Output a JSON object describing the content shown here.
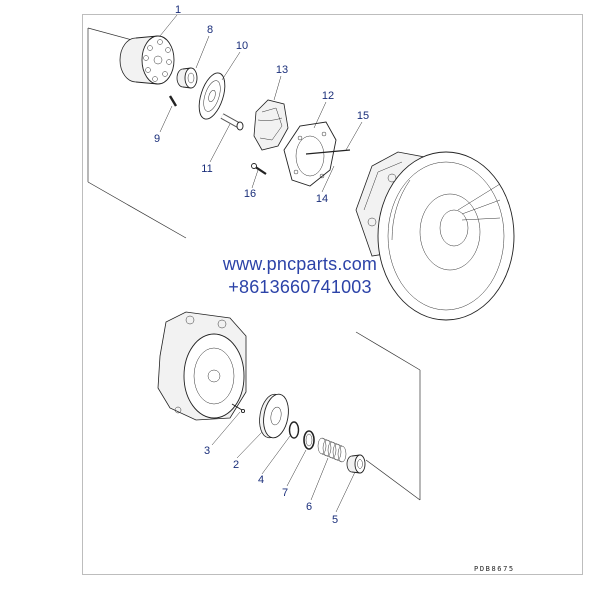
{
  "callouts": [
    {
      "id": "1",
      "label": "1"
    },
    {
      "id": "8",
      "label": "8"
    },
    {
      "id": "10",
      "label": "10"
    },
    {
      "id": "13",
      "label": "13"
    },
    {
      "id": "12",
      "label": "12"
    },
    {
      "id": "15",
      "label": "15"
    },
    {
      "id": "9",
      "label": "9"
    },
    {
      "id": "11",
      "label": "11"
    },
    {
      "id": "16",
      "label": "16"
    },
    {
      "id": "14",
      "label": "14"
    },
    {
      "id": "3",
      "label": "3"
    },
    {
      "id": "2",
      "label": "2"
    },
    {
      "id": "4",
      "label": "4"
    },
    {
      "id": "7",
      "label": "7"
    },
    {
      "id": "6",
      "label": "6"
    },
    {
      "id": "5",
      "label": "5"
    }
  ],
  "watermark": {
    "line1": "www.pncparts.com",
    "line2": "+8613660741003",
    "color": "#2c43a8"
  },
  "doc_ref": "PDB8675",
  "colors": {
    "callout": "#1a2e7a",
    "line": "#333333",
    "frame": "#bdbdbd"
  }
}
